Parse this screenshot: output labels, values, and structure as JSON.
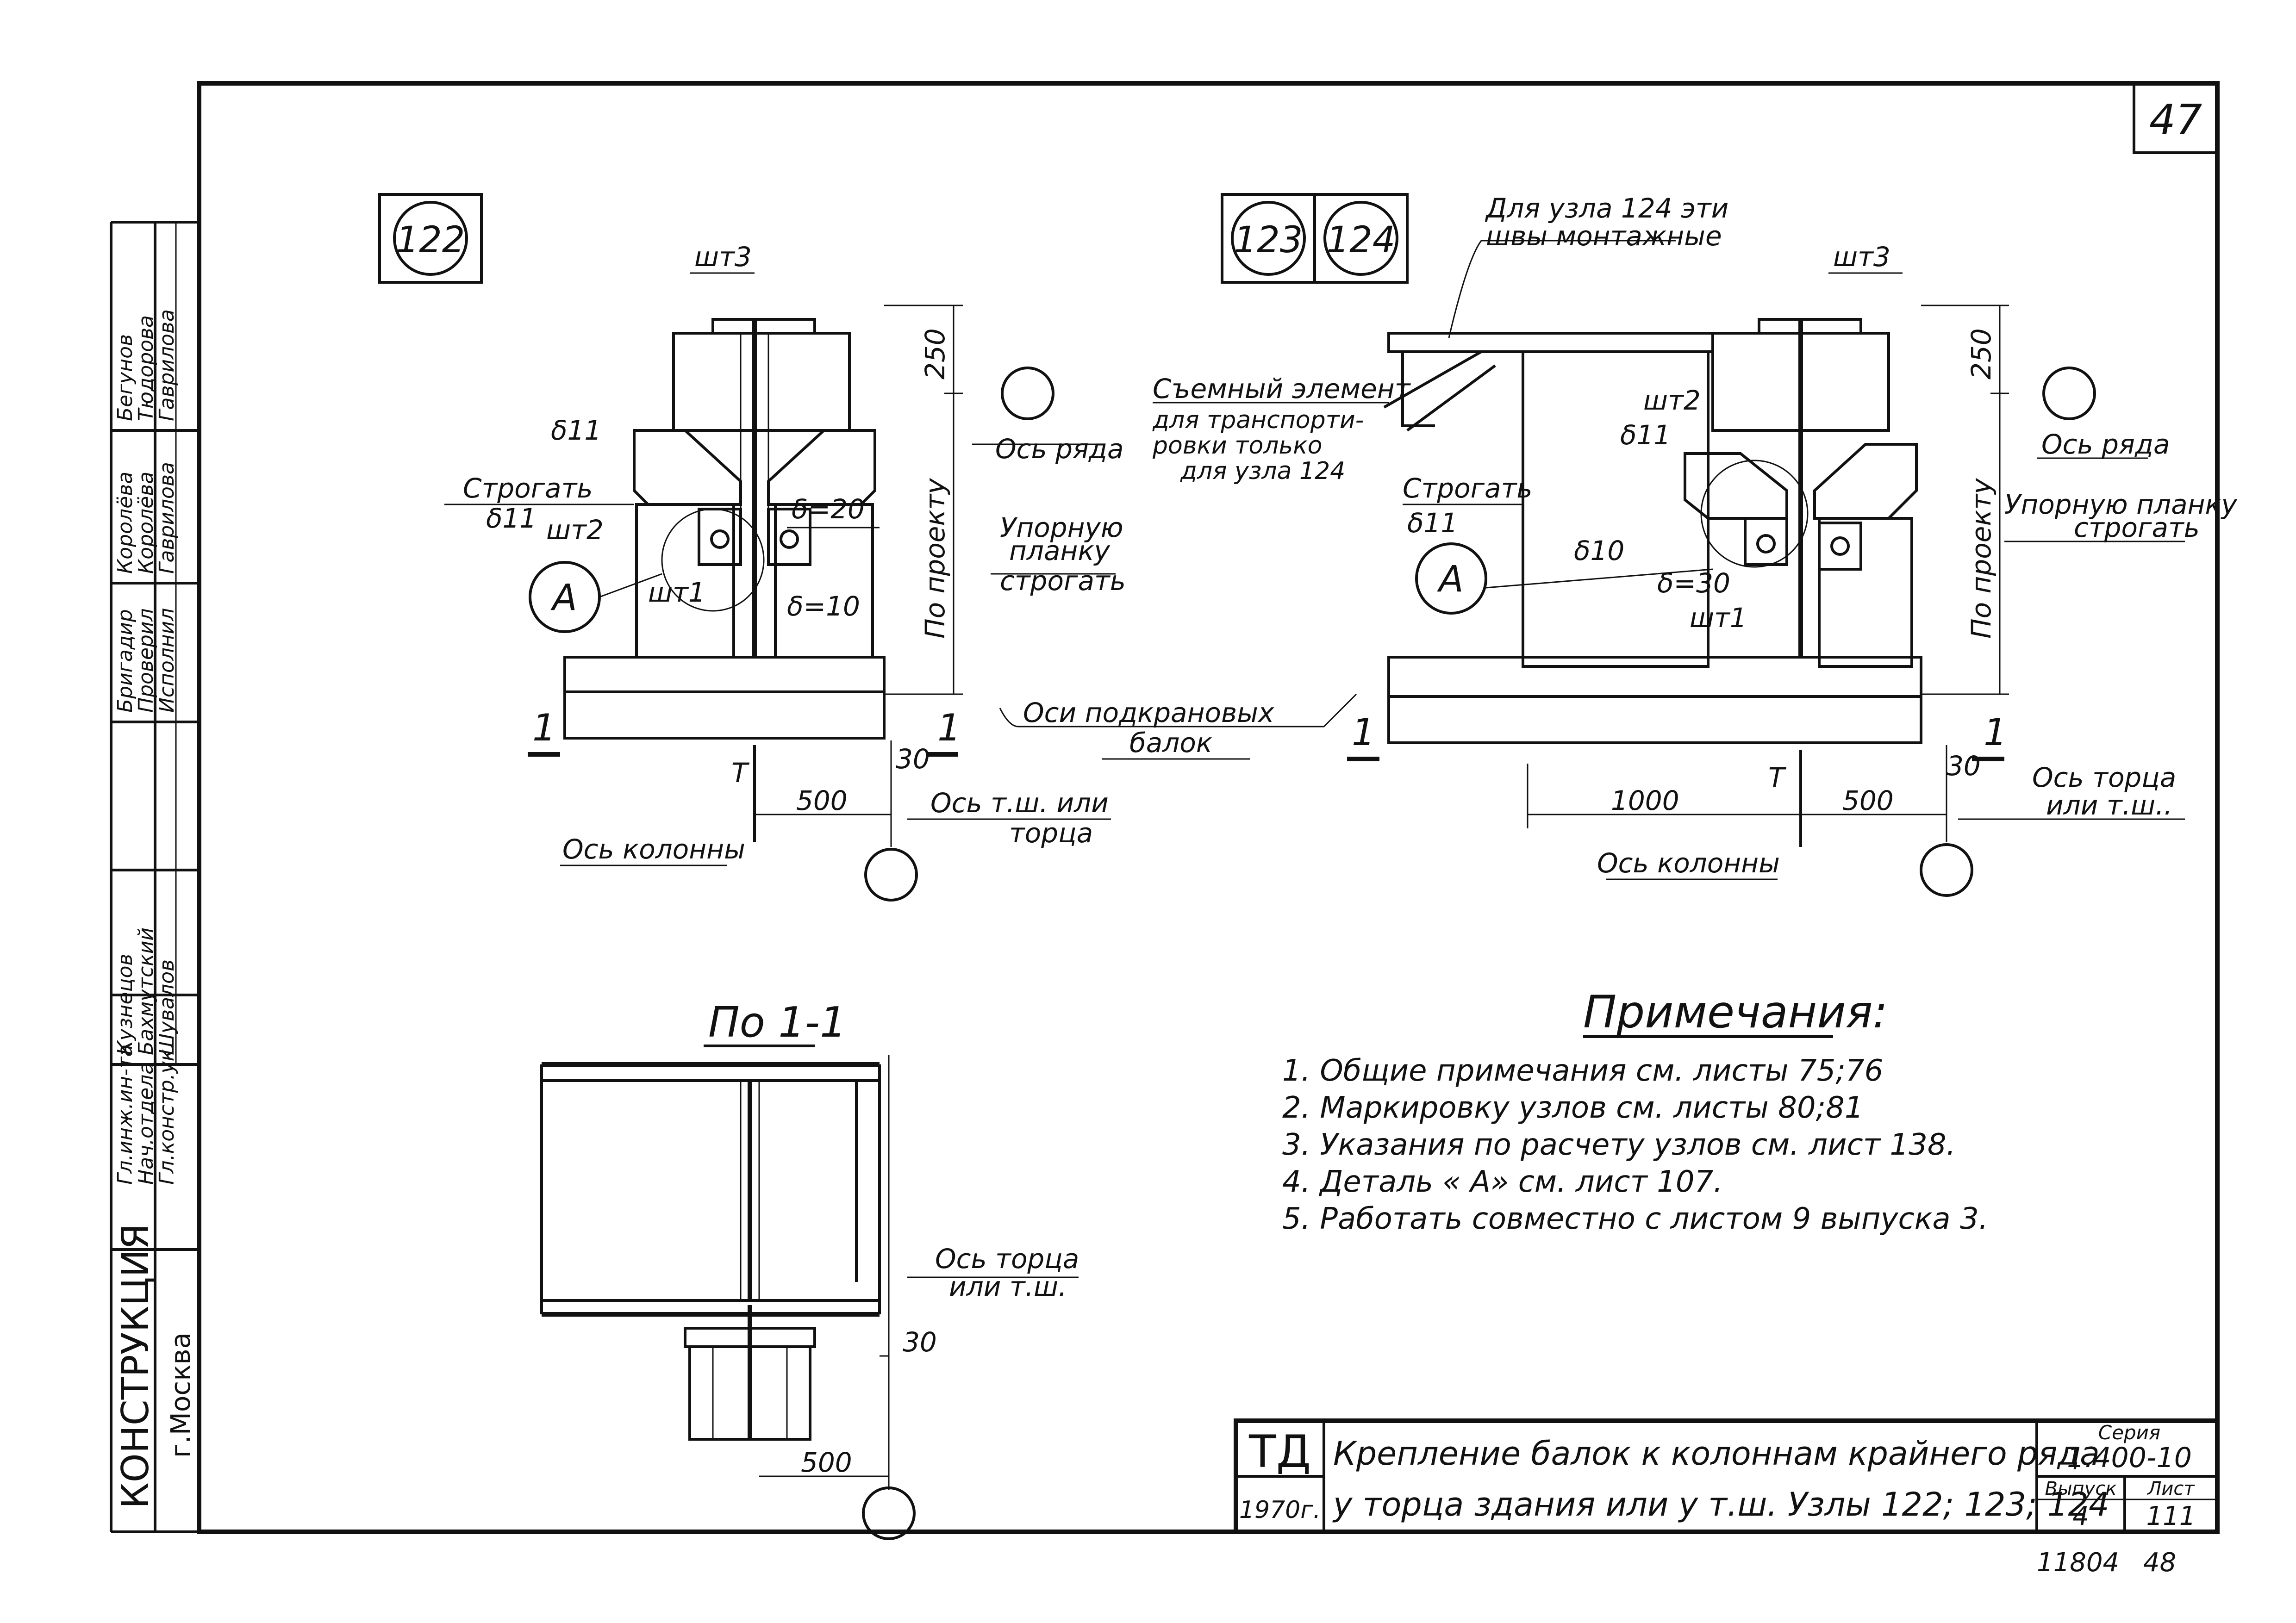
{
  "sheet": {
    "page_number": "47",
    "org_name": "КОНСТРУКЦИЯ",
    "org_city": "г.Москва",
    "page_footer_left": "11804",
    "page_footer_right": "48"
  },
  "stamp": {
    "rows": [
      [
        "Гл.инж.ин-та",
        "Кузнецов",
        "",
        ""
      ],
      [
        "Нач.отдела",
        "Бахмутский",
        "",
        ""
      ],
      [
        "Гл.констр.ук.",
        "Шувалов",
        "",
        ""
      ],
      [
        "Бригадир",
        "Королёва",
        "Бегунов",
        ""
      ],
      [
        "Проверил",
        "Королёва",
        "Тюдорова",
        ""
      ],
      [
        "Исполнил",
        "Гаврилова",
        "Гаврилова",
        ""
      ]
    ]
  },
  "node_labels": {
    "left": "122",
    "right_a": "123",
    "right_b": "124"
  },
  "left_detail": {
    "sht3": "шт3",
    "sht2": "шт2",
    "sht1": "шт1",
    "delta11": "δ11",
    "strogat": "Строгать",
    "strogat_d": "δ11",
    "callout_a": "А",
    "d20": "δ=20",
    "d10": "δ=10",
    "dim_250": "250",
    "po_proektu": "По проекту",
    "os_ryada": "Ось ряда",
    "upornuyu": "Упорную",
    "planku": "планку",
    "strogat2": "строгать",
    "section_1": "1",
    "t_label": "Т",
    "dim_30": "30",
    "dim_500": "500",
    "os_tsh_1": "Ось т.ш. или",
    "os_tsh_2": "торца",
    "os_kolonny": "Ось колонны"
  },
  "middle": {
    "osi_1": "Оси подкрановых",
    "osi_2": "балок"
  },
  "right_detail": {
    "note_124_1": "Для узла 124 эти",
    "note_124_2": "швы монтажные",
    "sht3": "шт3",
    "sht2": "шт2",
    "sht1": "шт1",
    "delta11": "δ11",
    "delta10": "δ10",
    "removable_1": "Съемный элемент",
    "removable_2": "для транспорти-",
    "removable_3": "ровки только",
    "removable_4": "для узла 124",
    "strogat": "Строгать",
    "strogat_d": "δ11",
    "callout_a": "А",
    "d30": "δ=30",
    "dim_250": "250",
    "po_proektu": "По проекту",
    "os_ryada": "Ось ряда",
    "upornuyu": "Упорную планку",
    "strogat2": "строгать",
    "section_1": "1",
    "t_label": "Т",
    "dim_30": "30",
    "dim_1000": "1000",
    "dim_500": "500",
    "os_tortsa_1": "Ось торца",
    "os_tortsa_2": "или т.ш..",
    "os_kolonny": "Ось колонны"
  },
  "section": {
    "title": "По 1-1",
    "os_tortsa_1": "Ось торца",
    "os_tortsa_2": "или т.ш.",
    "dim_30": "30",
    "dim_500": "500"
  },
  "notes": {
    "title": "Примечания:",
    "items": [
      "1. Общие примечания см. листы 75;76",
      "2. Маркировку узлов см. листы 80;81",
      "3. Указания по расчету узлов см. лист 138.",
      "4. Деталь « А» см. лист 107.",
      "5. Работать совместно с листом 9 выпуска 3."
    ]
  },
  "title_block": {
    "td": "ТД",
    "year": "1970г.",
    "title_1": "Крепление балок к колоннам крайнего ряда",
    "title_2": "у торца здания или у т.ш. Узлы 122; 123; 124",
    "series_label": "Серия",
    "series_value": "1.400-10",
    "issue_label": "Выпуск",
    "issue_value": "4",
    "sheet_label": "Лист",
    "sheet_value": "111"
  }
}
